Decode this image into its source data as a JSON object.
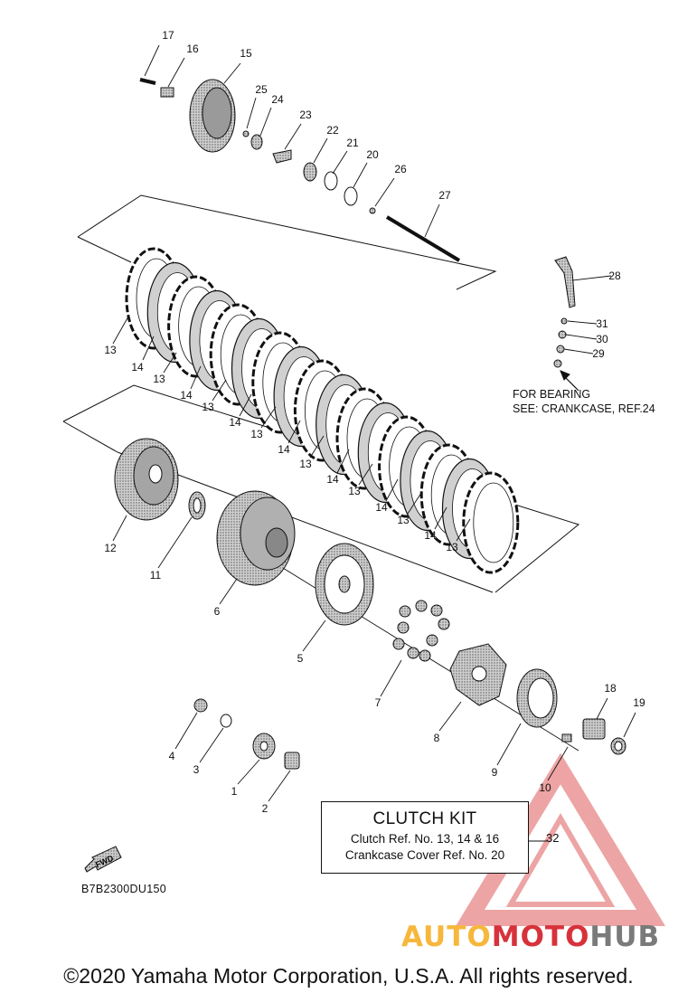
{
  "labels": {
    "l1": "1",
    "l2": "2",
    "l3": "3",
    "l4": "4",
    "l5": "5",
    "l6": "6",
    "l7": "7",
    "l8": "8",
    "l9": "9",
    "l10": "10",
    "l11": "11",
    "l12": "12",
    "l13": "13",
    "l14": "14",
    "l15": "15",
    "l16": "16",
    "l17": "17",
    "l18": "18",
    "l19": "19",
    "l20": "20",
    "l21": "21",
    "l22": "22",
    "l23": "23",
    "l24": "24",
    "l25": "25",
    "l26": "26",
    "l27": "27",
    "l28": "28",
    "l29": "29",
    "l30": "30",
    "l31": "31"
  },
  "bearing_note": {
    "line1": "FOR BEARING",
    "line2": "SEE: CRANKCASE, REF.24"
  },
  "clutch_kit": {
    "title": "CLUTCH KIT",
    "line1": "Clutch Ref. No. 13, 14 & 16",
    "line2": "Crankcase Cover Ref. No. 20",
    "ref": "32"
  },
  "fwd_badge": "FWD",
  "diagram_code": "B7B2300DU150",
  "copyright": "©2020 Yamaha Motor Corporation, U.S.A. All rights reserved.",
  "watermark": {
    "part1": "AUTO",
    "part2": "MOTO",
    "part3": "HUB",
    "color_auto": "#f6b73c",
    "color_moto": "#d7323b",
    "color_hub": "#7a7a7a"
  },
  "colors": {
    "line": "#111111",
    "part_fill": "#bdbdbd",
    "part_dark": "#6a6a6a",
    "watermark_triangle": "#e05a5a"
  }
}
